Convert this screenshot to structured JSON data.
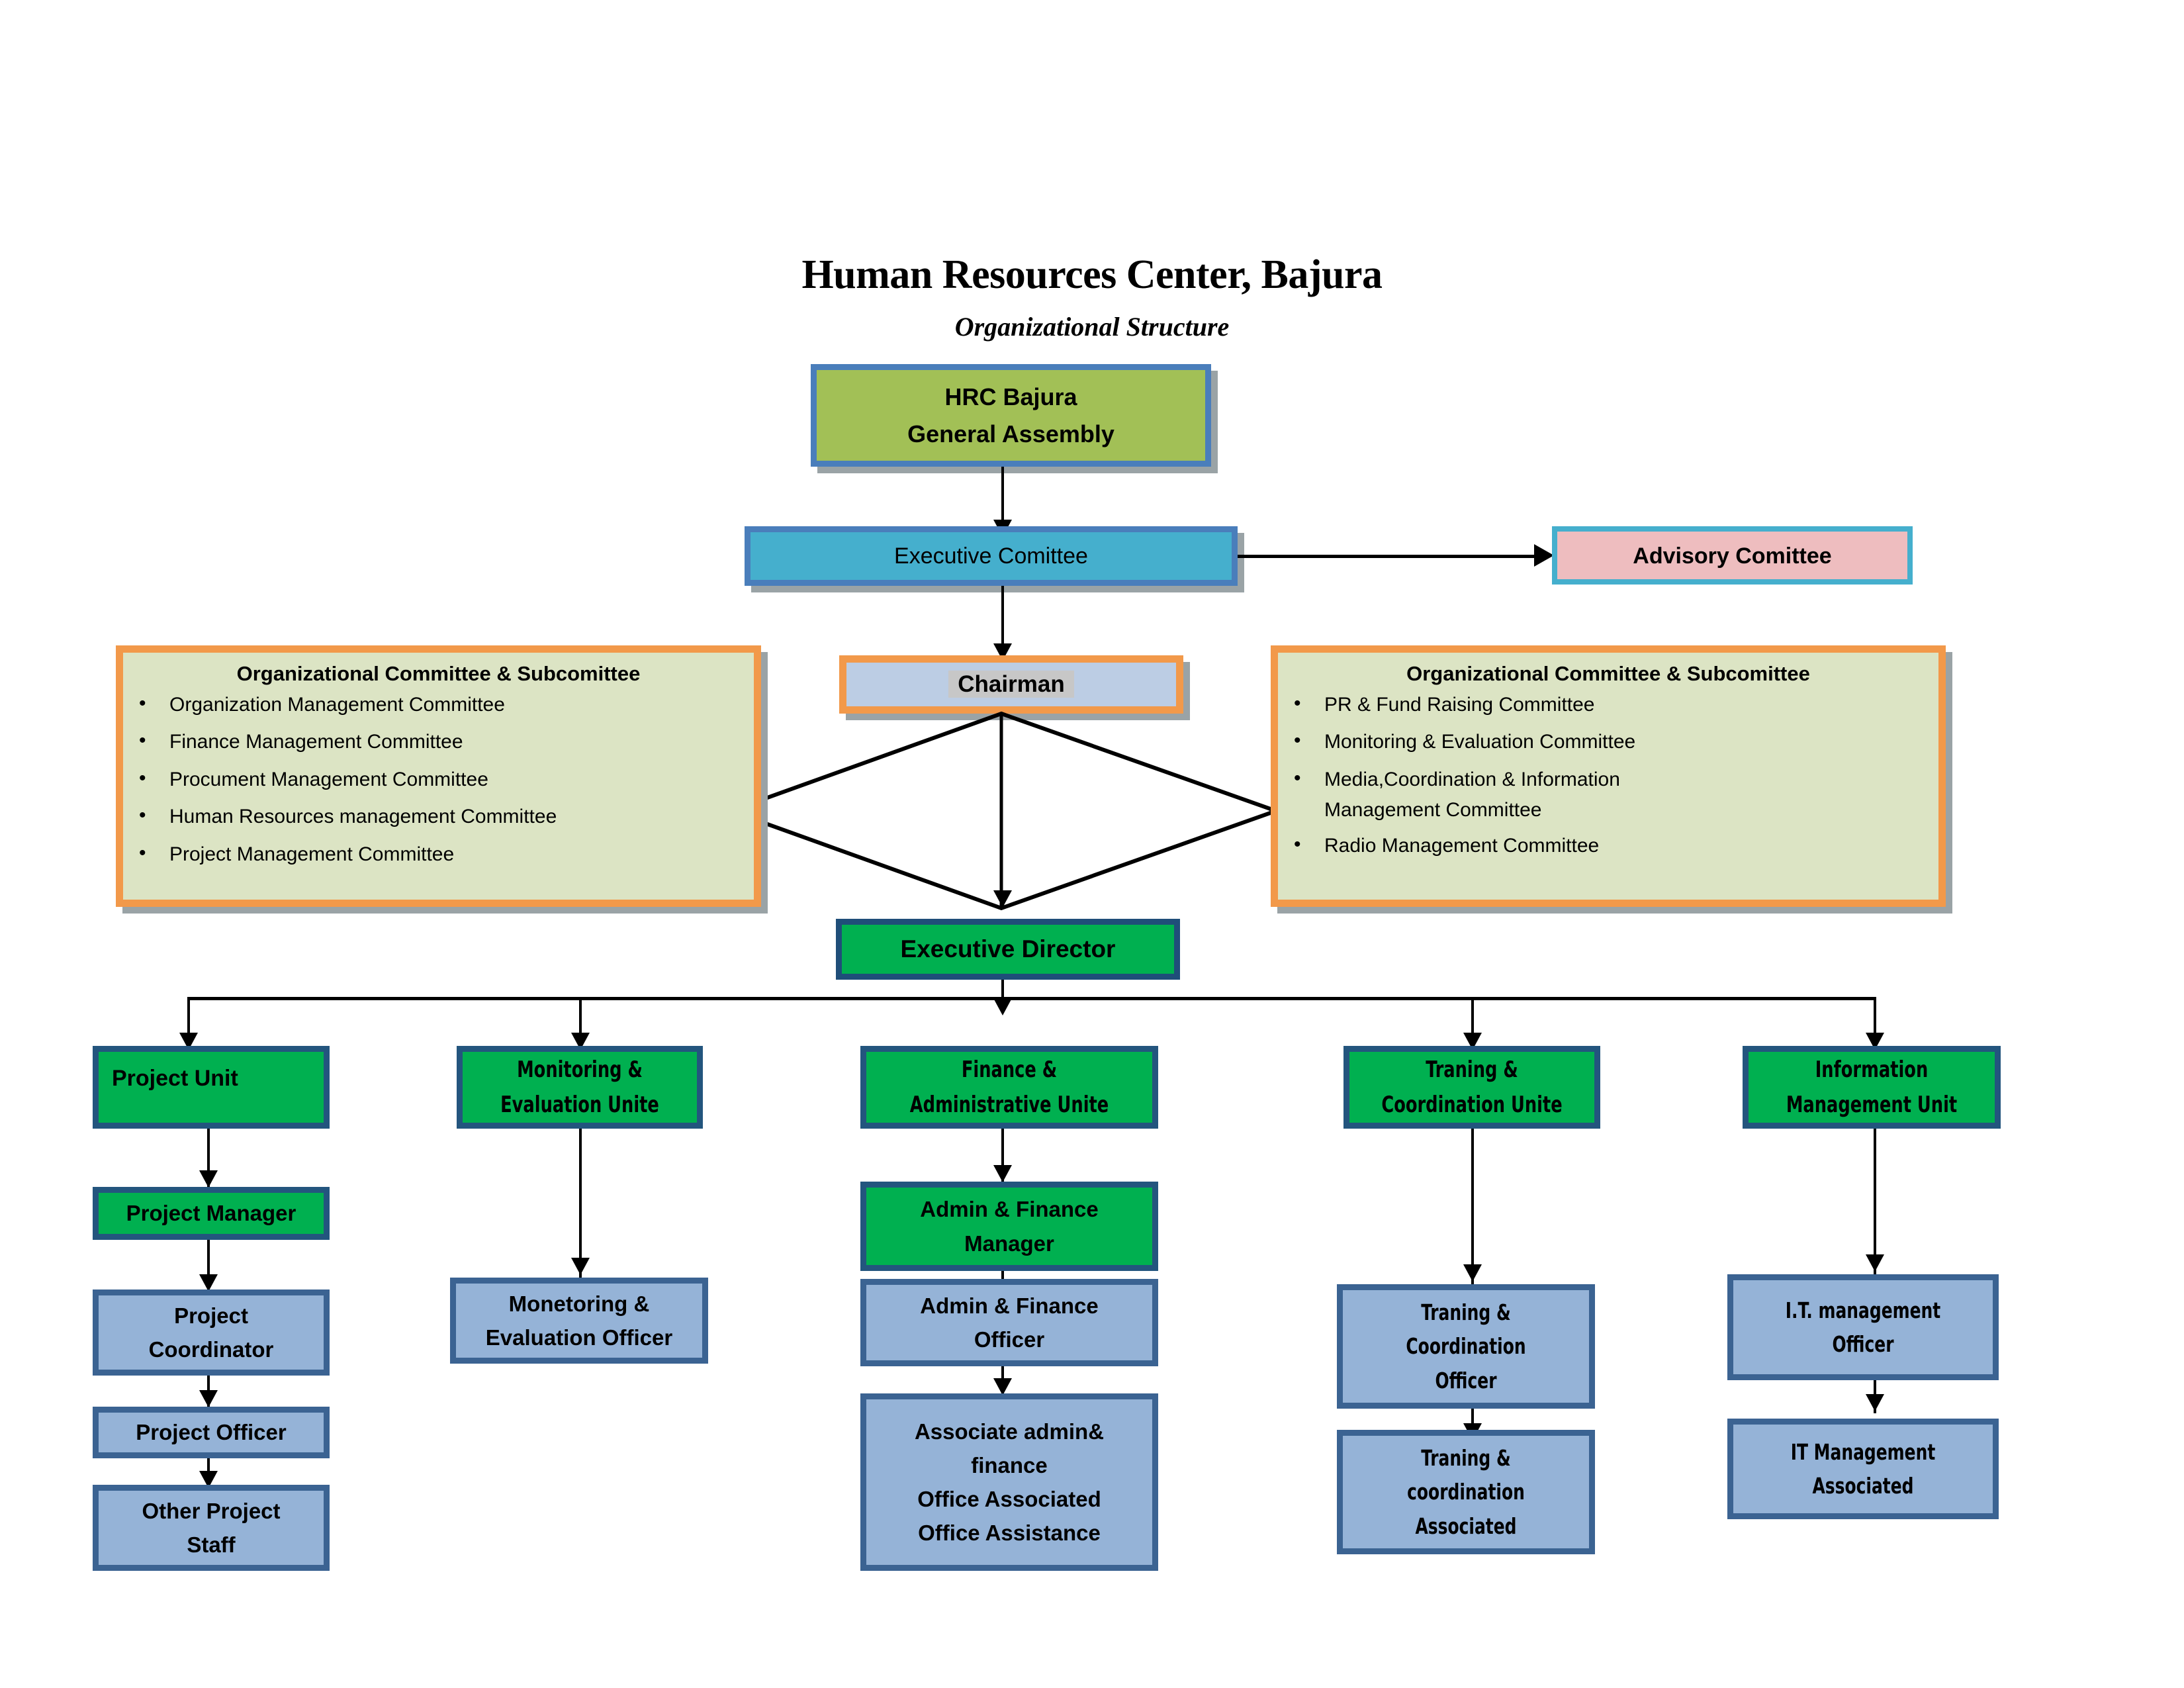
{
  "header": {
    "title": "Human Resources Center, Bajura",
    "subtitle": "Organizational Structure"
  },
  "nodes": {
    "general_assembly_line1": "HRC Bajura",
    "general_assembly_line2": "General Assembly",
    "executive_committee": "Executive Comittee",
    "advisory_committee": "Advisory Comittee",
    "chairman": "Chairman",
    "executive_director": "Executive Director"
  },
  "committees": {
    "left": {
      "heading": "Organizational Committee & Subcomittee",
      "items": [
        "Organization Management Committee",
        "Finance Management Committee",
        "Procument Management Committee",
        "Human Resources management Committee",
        "Project Management Committee"
      ]
    },
    "right": {
      "heading": "Organizational Committee & Subcomittee",
      "items": [
        "PR & Fund Raising Committee",
        "Monitoring & Evaluation Committee",
        "Media,Coordination & Information",
        "Radio Management Committee"
      ],
      "item3_continuation": "Management Committee"
    }
  },
  "columns": [
    {
      "unit": "Project Unit",
      "boxes": [
        {
          "lines": [
            "Project Manager"
          ],
          "style": "green"
        },
        {
          "lines": [
            "Project",
            "Coordinator"
          ],
          "style": "blue"
        },
        {
          "lines": [
            "Project Officer"
          ],
          "style": "blue"
        },
        {
          "lines": [
            "Other Project",
            "Staff"
          ],
          "style": "blue"
        }
      ]
    },
    {
      "unit_lines": [
        "Monitoring &",
        "Evaluation Unite"
      ],
      "boxes": [
        {
          "lines": [
            "Monetoring &",
            "Evaluation Officer"
          ],
          "style": "blue"
        }
      ]
    },
    {
      "unit_lines": [
        "Finance &",
        "Administrative Unite"
      ],
      "boxes": [
        {
          "lines": [
            "Admin & Finance",
            "Manager"
          ],
          "style": "green"
        },
        {
          "lines": [
            "Admin & Finance",
            "Officer"
          ],
          "style": "blue"
        },
        {
          "lines": [
            "Associate admin&",
            "finance",
            "Office Associated",
            "Office Assistance"
          ],
          "style": "blue"
        }
      ]
    },
    {
      "unit_lines": [
        "Traning &",
        "Coordination Unite"
      ],
      "boxes": [
        {
          "lines": [
            "Traning &",
            "Coordination",
            "Officer"
          ],
          "style": "blue"
        },
        {
          "lines": [
            "Traning &",
            "coordination",
            "Associated"
          ],
          "style": "blue"
        }
      ]
    },
    {
      "unit_lines": [
        "Information",
        "Management Unit"
      ],
      "boxes": [
        {
          "lines": [
            "I.T. management",
            "Officer"
          ],
          "style": "blue"
        },
        {
          "lines": [
            "IT Management",
            "Associated"
          ],
          "style": "blue"
        }
      ]
    }
  ],
  "colors": {
    "assembly_green": "#A2C056",
    "exec_teal": "#45AFCD",
    "advisory_pink": "#EEBDBF",
    "chairman_blue": "#BCCDE4",
    "committee_khaki": "#DCE4C4",
    "committee_orange": "#F2994A",
    "unit_green": "#00B050",
    "staff_blue": "#95B3D7",
    "border_navy": "#23557E",
    "border_steel": "#4A7EBB"
  }
}
